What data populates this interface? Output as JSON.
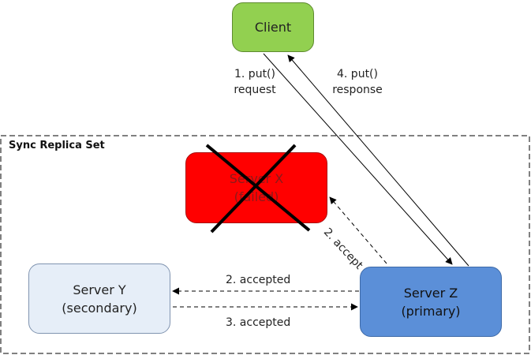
{
  "group": {
    "label": "Sync Replica Set"
  },
  "nodes": {
    "client": {
      "label": "Client",
      "color": "#92d050"
    },
    "server_x": {
      "name": "Server X",
      "role": "(failed)",
      "color": "#ff0000",
      "failed_mark_color": "#000000"
    },
    "server_y": {
      "name": "Server Y",
      "role": "(secondary)",
      "color": "#e6eef8"
    },
    "server_z": {
      "name": "Server Z",
      "role": "(primary)",
      "color": "#5b8fd8"
    }
  },
  "edges": {
    "put_request": {
      "line1": "1. put()",
      "line2": "request"
    },
    "put_response": {
      "line1": "4. put()",
      "line2": "response"
    },
    "accept": {
      "label": "2. accept"
    },
    "accepted_1": {
      "label": "2. accepted"
    },
    "accepted_2": {
      "label": "3. accepted"
    }
  }
}
